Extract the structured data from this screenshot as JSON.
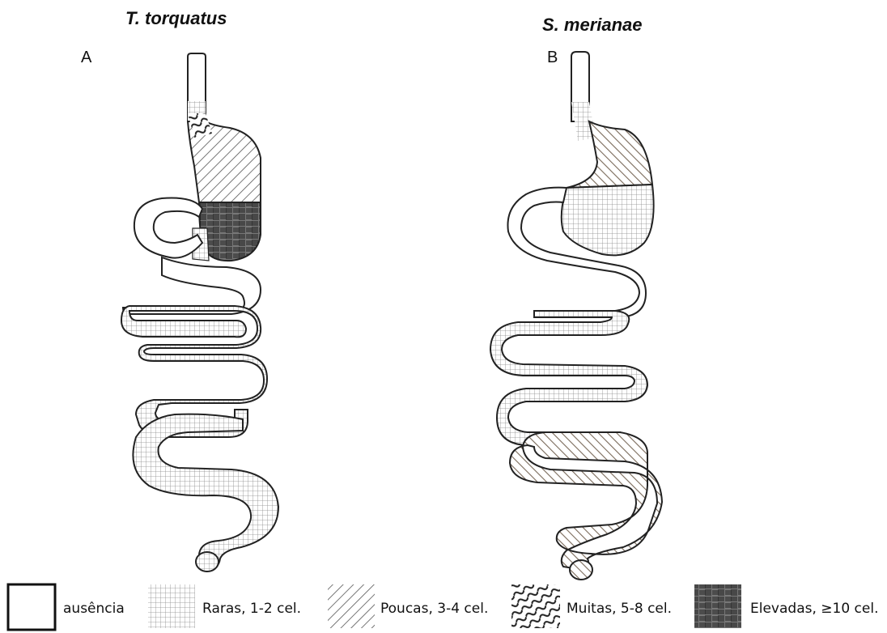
{
  "panels": [
    {
      "title": "T. torquatus",
      "letter": "A"
    },
    {
      "title": "S. merianae",
      "letter": "B"
    }
  ],
  "legend": [
    {
      "pattern": "none",
      "label": "ausência"
    },
    {
      "pattern": "grid",
      "label": "Raras, 1-2 cel."
    },
    {
      "pattern": "diagonal",
      "label": "Poucas, 3-4 cel."
    },
    {
      "pattern": "wavy",
      "label": "Muitas, 5-8 cel."
    },
    {
      "pattern": "weave",
      "label": "Elevadas, ≥10 cel."
    }
  ],
  "colors": {
    "outline": "#222222",
    "grid": "#8a8a8a",
    "diagonal_a": "#555555",
    "diagonal_b": "#7a6a5a",
    "weave": "#333333"
  }
}
